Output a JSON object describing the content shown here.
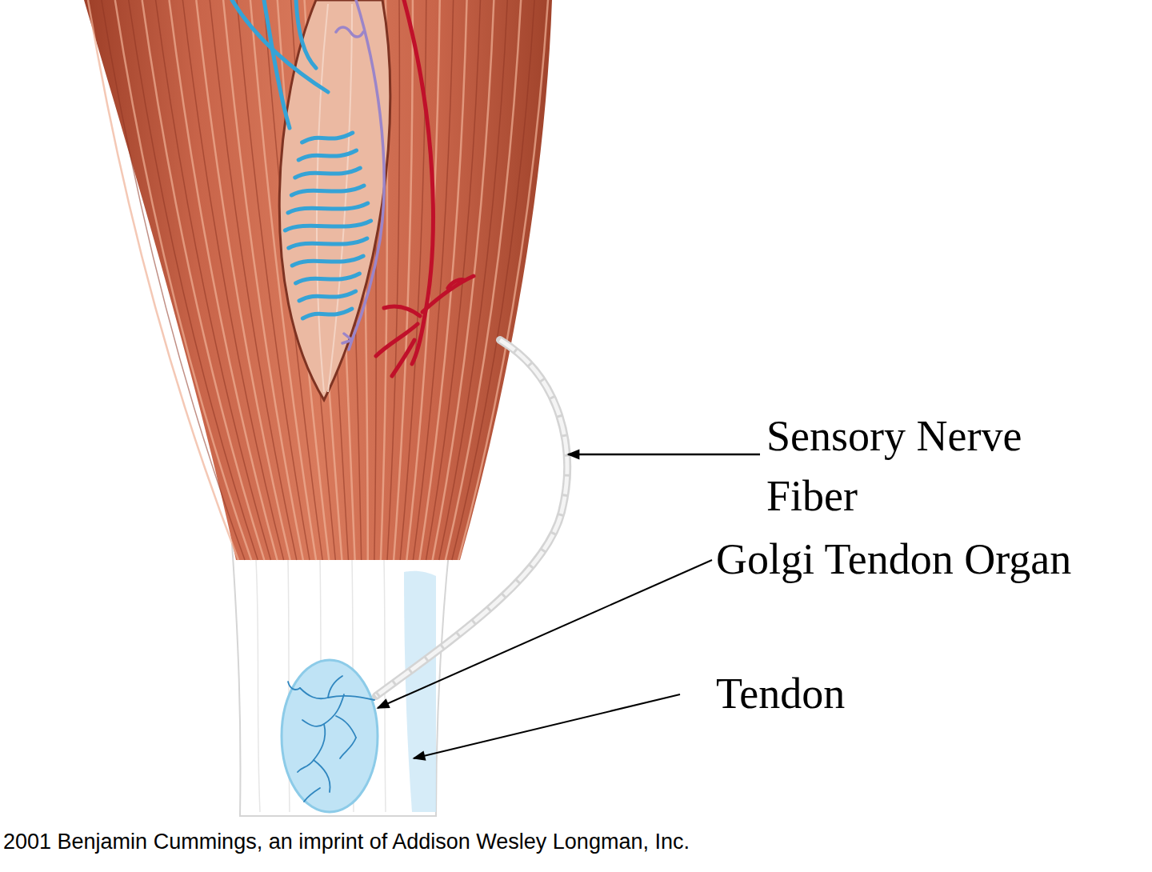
{
  "diagram": {
    "labels": [
      "Sensory Nerve Fiber",
      "Golgi Tendon Organ",
      "Tendon",
      "2001 Benjamin Cummings, an imprint of Addison Wesley Longman, Inc."
    ]
  }
}
